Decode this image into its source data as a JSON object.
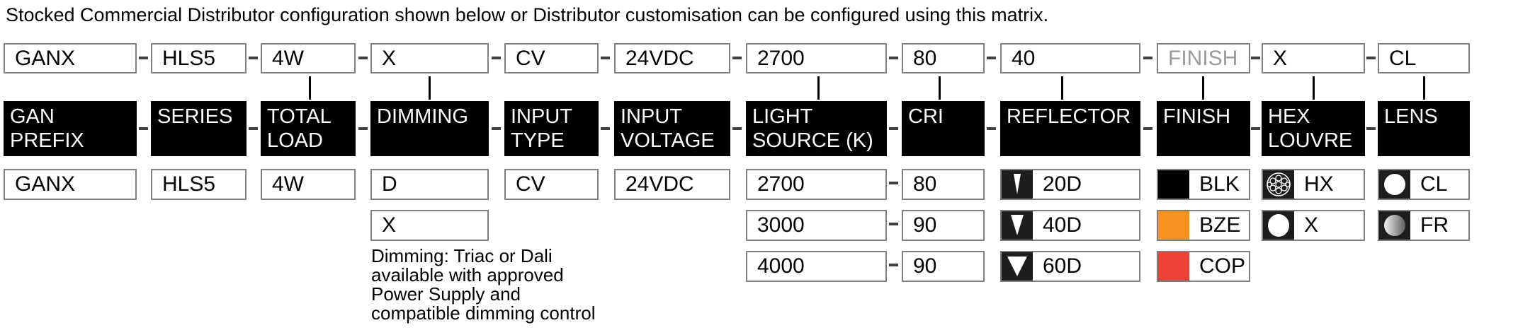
{
  "title": "Stocked Commercial Distributor configuration shown below or Distributor customisation can be configured using this matrix.",
  "colors": {
    "header_bg": "#000000",
    "box_border": "#7f7f7f",
    "placeholder_text": "#9b9b9b",
    "swatch_blk": "#000000",
    "swatch_bze": "#F6921E",
    "swatch_cop": "#EF4136",
    "icon_square_bg": "#1d1d1d"
  },
  "matrix": {
    "columns": [
      {
        "id": "gan-prefix",
        "header": "GAN\nPREFIX",
        "top_value": "GANX",
        "options": [
          {
            "label": "GANX"
          }
        ]
      },
      {
        "id": "series",
        "header": "SERIES",
        "top_value": "HLS5",
        "options": [
          {
            "label": "HLS5"
          }
        ]
      },
      {
        "id": "total-load",
        "header": "TOTAL\nLOAD",
        "top_value": "4W",
        "options": [
          {
            "label": "4W"
          }
        ]
      },
      {
        "id": "dimming",
        "header": "DIMMING",
        "top_value": "X",
        "options": [
          {
            "label": "D"
          },
          {
            "label": "X"
          }
        ]
      },
      {
        "id": "input-type",
        "header": "INPUT\nTYPE",
        "top_value": "CV",
        "options": [
          {
            "label": "CV"
          }
        ]
      },
      {
        "id": "input-voltage",
        "header": "INPUT\nVOLTAGE",
        "top_value": "24VDC",
        "options": [
          {
            "label": "24VDC"
          }
        ]
      },
      {
        "id": "light-source",
        "header": "LIGHT\nSOURCE (K)",
        "top_value": "2700",
        "options": [
          {
            "label": "2700"
          },
          {
            "label": "3000"
          },
          {
            "label": "4000"
          }
        ]
      },
      {
        "id": "cri",
        "header": "CRI",
        "top_value": "80",
        "options": [
          {
            "label": "80"
          },
          {
            "label": "90"
          },
          {
            "label": "90"
          }
        ]
      },
      {
        "id": "reflector",
        "header": "REFLECTOR",
        "top_value": "40",
        "options": [
          {
            "label": "20D",
            "icon": "beam-narrow-icon"
          },
          {
            "label": "40D",
            "icon": "beam-medium-icon"
          },
          {
            "label": "60D",
            "icon": "beam-wide-icon"
          }
        ]
      },
      {
        "id": "finish",
        "header": "FINISH",
        "top_value": "FINISH",
        "top_is_placeholder": true,
        "options": [
          {
            "label": "BLK",
            "swatch": "#000000"
          },
          {
            "label": "BZE",
            "swatch": "#F6921E"
          },
          {
            "label": "COP",
            "swatch": "#EF4136"
          }
        ]
      },
      {
        "id": "hex-louvre",
        "header": "HEX\nLOUVRE",
        "top_value": "X",
        "options": [
          {
            "label": "HX",
            "icon": "hex-louvre-icon"
          },
          {
            "label": "X",
            "icon": "open-circle-icon"
          }
        ]
      },
      {
        "id": "lens",
        "header": "LENS",
        "top_value": "CL",
        "options": [
          {
            "label": "CL",
            "icon": "clear-lens-icon"
          },
          {
            "label": "FR",
            "icon": "frosted-lens-icon"
          }
        ]
      }
    ]
  },
  "notes": {
    "dimming": "Dimming: Triac or Dali\navailable with approved\nPower Supply and\ncompatible dimming control"
  }
}
